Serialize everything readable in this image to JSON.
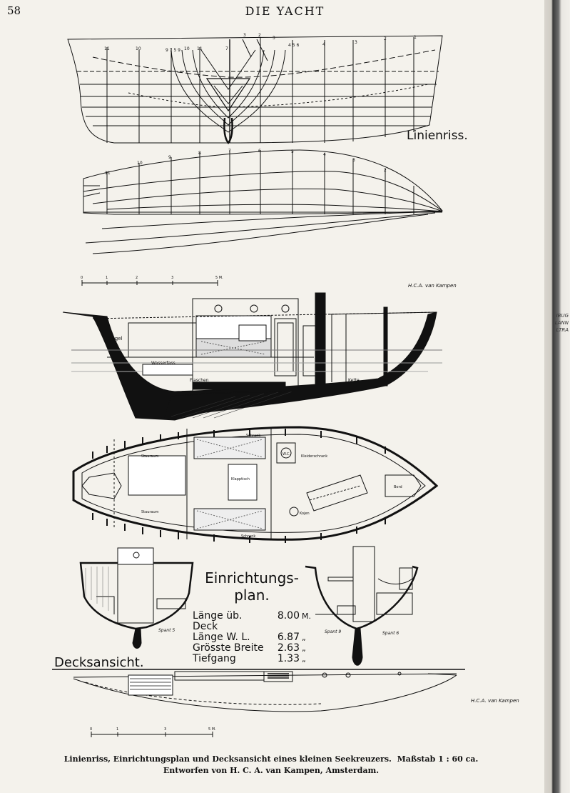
{
  "header": {
    "page_number": "58",
    "title": "DIE YACHT"
  },
  "labels": {
    "lines_plan": "Linienriss.",
    "interior_plan_line1": "Einrichtungs-",
    "interior_plan_line2": "plan.",
    "deck_view": "Decksansicht."
  },
  "dimensions": [
    {
      "key": "Länge üb. Deck",
      "value": "8.00",
      "unit": "M."
    },
    {
      "key": "Länge W. L.",
      "value": "6.87",
      "unit": "„"
    },
    {
      "key": "Grösste Breite",
      "value": "2.63",
      "unit": "„"
    },
    {
      "key": "Tiefgang",
      "value": "1.33",
      "unit": "„"
    }
  ],
  "section_labels": {
    "left": "Spant 5",
    "mid": "Spant 9",
    "right": "Spant 6"
  },
  "interior_labels": {
    "segel": "Segel",
    "wasser": "Wasserfass",
    "flaschen": "Flaschen",
    "kette": "Kette",
    "staurum": "Stauraum",
    "schrank": "Schrank",
    "kleiderschrank": "Kleiderschrank",
    "wc": "W.C.",
    "bord": "Bord",
    "kojen": "Kojen",
    "klappttisch": "Klapptisch"
  },
  "signature": "H.C.A. van Kampen",
  "edge_fragments": [
    "IBUG",
    "LANN",
    "LTRA"
  ],
  "caption": {
    "line1": "Linienriss, Einrichtungsplan und Decksansicht eines kleinen Seekreuzers.",
    "scale": "Maßstab 1 : 60 ca.",
    "line2": "Entworfen von H. C. A. van Kampen, Amsterdam."
  }
}
